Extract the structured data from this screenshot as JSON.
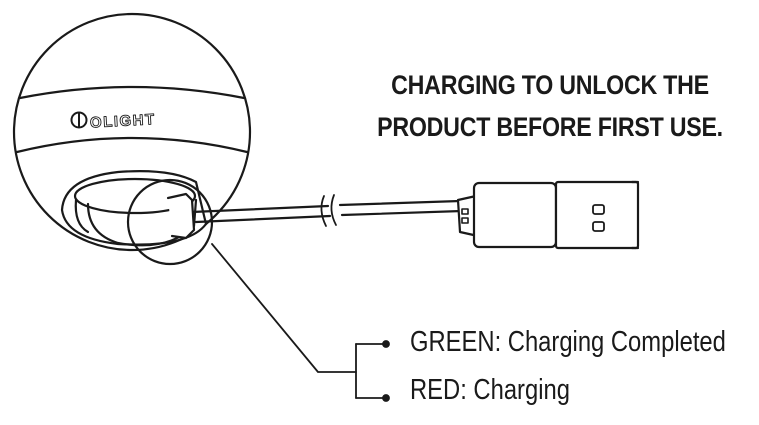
{
  "headline": {
    "line1": "CHARGING TO UNLOCK THE",
    "line2": "PRODUCT BEFORE FIRST USE."
  },
  "logo": {
    "text": "OLIGHT"
  },
  "legend": [
    {
      "text": "GREEN: Charging Completed"
    },
    {
      "text": "RED: Charging"
    }
  ]
}
